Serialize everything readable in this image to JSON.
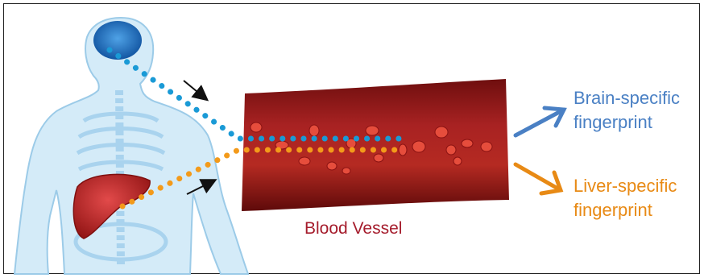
{
  "labels": {
    "brain_fingerprint_line1": "Brain-specific",
    "brain_fingerprint_line2": "fingerprint",
    "liver_fingerprint_line1": "Liver-specific",
    "liver_fingerprint_line2": "fingerprint",
    "blood_vessel": "Blood Vessel"
  },
  "colors": {
    "brain": "#1a9ad6",
    "liver": "#f39a1a",
    "brain_text": "#4a80c4",
    "liver_text": "#e88a15",
    "vessel_text": "#a51c2c",
    "vessel": "#8c1616",
    "body": "#bcdff3"
  }
}
